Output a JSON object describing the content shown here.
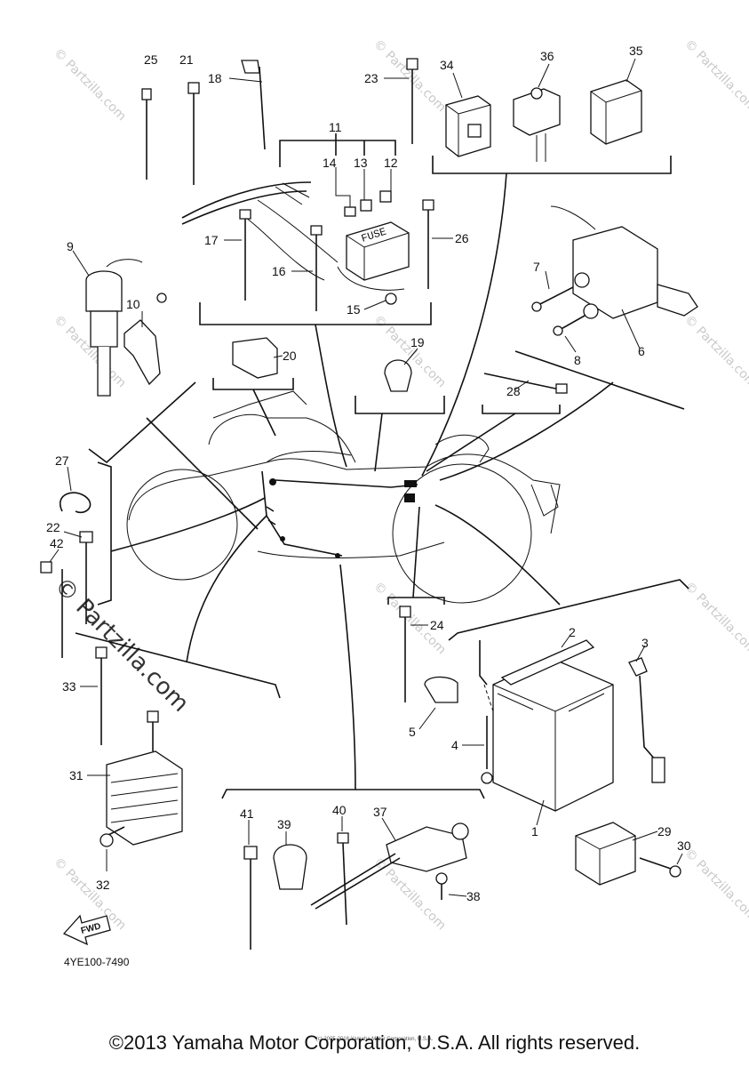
{
  "diagram": {
    "part_numbers": [
      "1",
      "2",
      "3",
      "4",
      "5",
      "6",
      "7",
      "8",
      "9",
      "10",
      "11",
      "12",
      "13",
      "14",
      "15",
      "16",
      "17",
      "18",
      "19",
      "20",
      "21",
      "22",
      "23",
      "24",
      "25",
      "26",
      "27",
      "28",
      "29",
      "30",
      "31",
      "32",
      "33",
      "34",
      "35",
      "36",
      "37",
      "38",
      "39",
      "40",
      "41",
      "42"
    ],
    "fuse_label": "FUSE",
    "fwd_label": "FWD",
    "drawing_code": "4YE100-7490",
    "watermark_text": "© Partzilla.com",
    "small_copyright": "(c) 2005-2016 Yamaha Motor Corporation, U.S.A.",
    "copyright": "©2013 Yamaha Motor Corporation, U.S.A. All rights reserved."
  }
}
